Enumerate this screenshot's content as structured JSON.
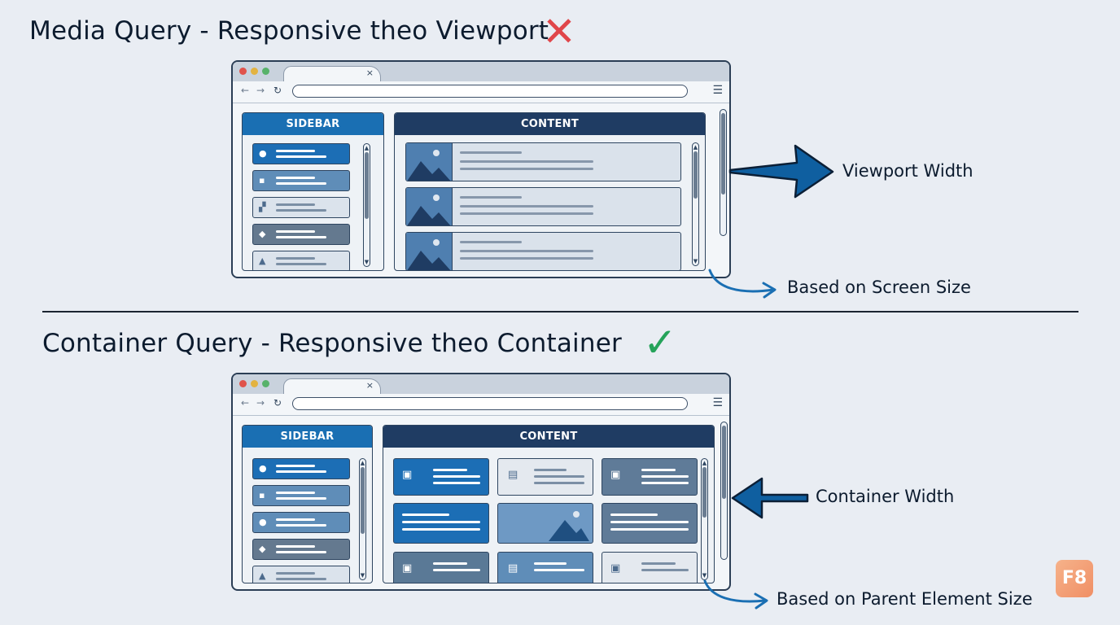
{
  "top": {
    "title": "Media Query - Responsive theo Viewport",
    "status_icon": "x-mark-icon",
    "status_color": "#e0464a",
    "window": {
      "tab_close": "×",
      "sidebar_header": "SIDEBAR",
      "content_header": "CONTENT"
    },
    "arrow_label": "Viewport Width",
    "note": "Based on Screen Size"
  },
  "bottom": {
    "title": "Container Query - Responsive theo Container",
    "status_icon": "check-mark-icon",
    "status_color": "#25a35a",
    "window": {
      "tab_close": "×",
      "sidebar_header": "SIDEBAR",
      "content_header": "CONTENT"
    },
    "arrow_label": "Container Width",
    "note": "Based on Parent Element Size"
  },
  "logo": "F8",
  "colors": {
    "accent_blue": "#1a6fb3",
    "navy": "#1f3c63",
    "arrow_fill": "#0f5fa0",
    "background": "#e9edf3"
  }
}
